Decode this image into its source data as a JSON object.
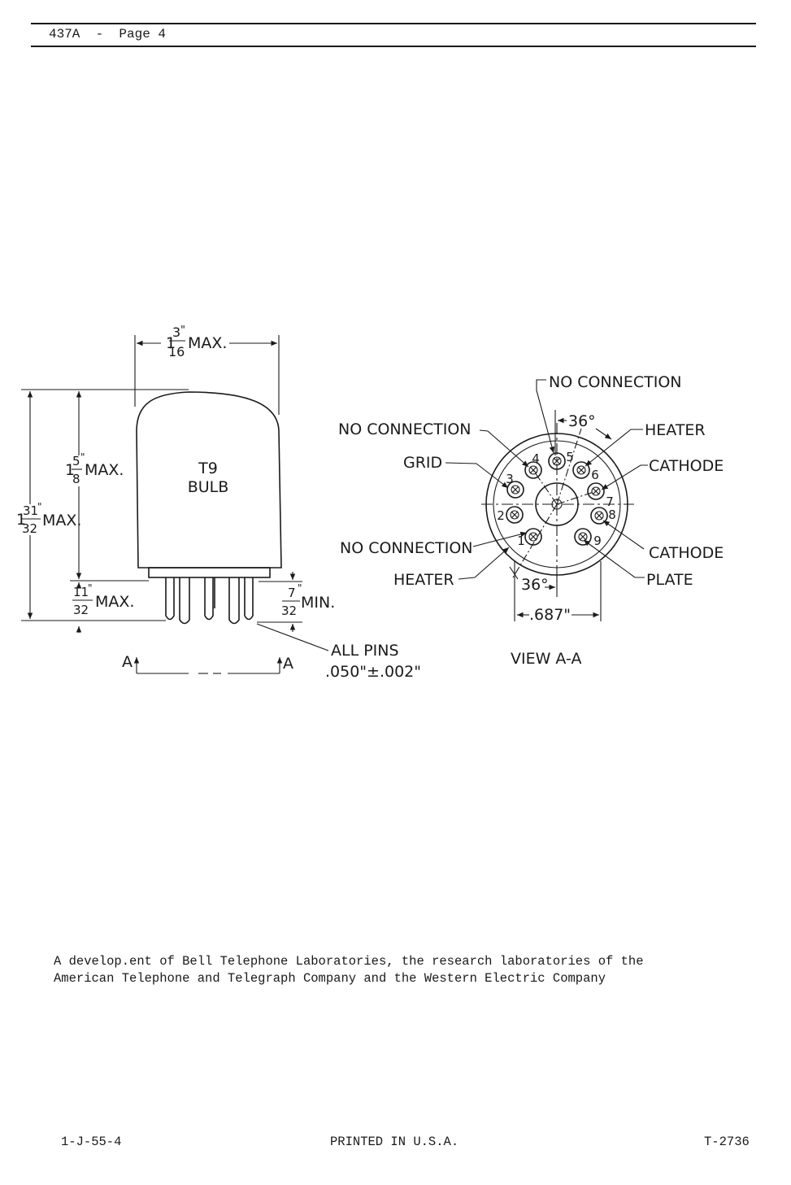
{
  "header": {
    "text": "437A  -  Page 4"
  },
  "bulb_drawing": {
    "width_dim": {
      "whole": "1",
      "num": "3",
      "den": "16",
      "inch": "\"",
      "suffix": "MAX."
    },
    "overall_height_dim": {
      "whole": "1",
      "num": "31",
      "den": "32",
      "inch": "\"",
      "suffix": "MAX."
    },
    "bulb_height_dim": {
      "whole": "1",
      "num": "5",
      "den": "8",
      "inch": "\"",
      "suffix": "MAX."
    },
    "base_dim": {
      "num": "11",
      "den": "32",
      "inch": "\"",
      "suffix": "MAX."
    },
    "pin_length_dim": {
      "num": "7",
      "den": "32",
      "inch": "\"",
      "suffix": "MIN."
    },
    "bulb_label_line1": "T9",
    "bulb_label_line2": "BULB",
    "pins_label_line1": "ALL PINS",
    "pins_label_line2": ".050\"±.002\"",
    "section_left": "A",
    "section_right": "A"
  },
  "base_view": {
    "title": "VIEW A-A",
    "angle_top": "36°",
    "angle_bottom": "36°",
    "diameter": ".687\"",
    "pin_numbers": [
      "1",
      "2",
      "3",
      "4",
      "5",
      "6",
      "7",
      "8",
      "9"
    ],
    "labels": {
      "pin5": "NO CONNECTION",
      "pin4": "NO CONNECTION",
      "pin3": "GRID",
      "pin1": "NO CONNECTION",
      "heater_left": "HEATER",
      "heater_right": "HEATER",
      "cathode_upper": "CATHODE",
      "cathode_lower": "CATHODE",
      "plate": "PLATE"
    }
  },
  "footnote": {
    "line1": "A develop.ent of Bell Telephone Laboratories, the research laboratories of the",
    "line2": "American Telephone and Telegraph Company and the Western Electric Company"
  },
  "footer": {
    "left": "1-J-55-4",
    "center": "PRINTED IN U.S.A.",
    "right": "T-2736"
  }
}
